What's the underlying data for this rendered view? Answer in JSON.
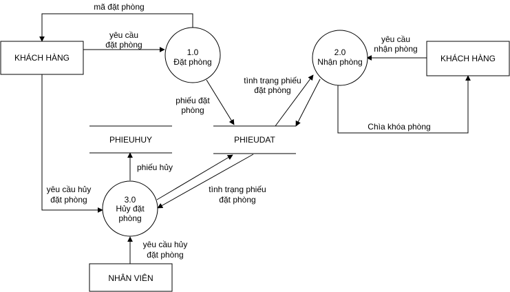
{
  "entities": {
    "customer_left": "KHÁCH HÀNG",
    "customer_right": "KHÁCH HÀNG",
    "staff": "NHÂN VIÊN"
  },
  "processes": {
    "p1": {
      "id": "1.0",
      "name": "Đặt phòng"
    },
    "p2": {
      "id": "2.0",
      "name": "Nhận phòng"
    },
    "p3": {
      "id": "3.0",
      "name_line1": "Hủy đặt",
      "name_line2": "phòng"
    }
  },
  "stores": {
    "cancel": "PHIEUHUY",
    "booking": "PHIEUDAT"
  },
  "flows": {
    "room_code": "mã đặt phòng",
    "request_booking": [
      "yêu cầu",
      "đặt phòng"
    ],
    "booking_slip": [
      "phiếu đặt",
      "phòng"
    ],
    "slip_status_p2": [
      "tình trạng phiếu",
      "đặt phòng"
    ],
    "request_checkin": [
      "yêu cầu",
      "nhận phòng"
    ],
    "room_key": "Chìa khóa phòng",
    "cancel_slip": "phiếu hủy",
    "request_cancel_customer": [
      "yêu cầu hủy",
      "đặt phòng"
    ],
    "slip_status_p3": [
      "tình trạng phiếu",
      "đặt phòng"
    ],
    "request_cancel_staff": [
      "yêu cầu hủy",
      "đặt phòng"
    ]
  }
}
